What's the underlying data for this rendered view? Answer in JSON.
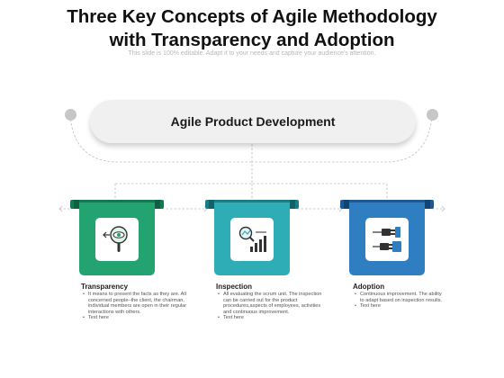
{
  "title_line1": "Three Key Concepts of Agile Methodology",
  "title_line2": "with Transparency and Adoption",
  "subtitle": "This slide is 100% editable. Adapt it to your needs and capture your audience's attention.",
  "center_label": "Agile Product Development",
  "colors": {
    "card1": "#23a370",
    "card1_dark": "#117a50",
    "card2": "#2eadb7",
    "card2_dark": "#1a7e86",
    "card3": "#2f7ec1",
    "card3_dark": "#1b5a94",
    "pill": "#f0f0f0",
    "connector": "#bdbdbd"
  },
  "concepts": [
    {
      "title": "Transparency",
      "icon": "magnifier-eye-icon",
      "bullets": [
        "It means to present the facts as they are. All concerned people–the client, the chairman, individual members are open in their regular interactions with others.",
        "Text here"
      ]
    },
    {
      "title": "Inspection",
      "icon": "magnifier-chart-icon",
      "bullets": [
        "All evaluating the scrum unit. The inspection can be carried out for the product procedures,aspects of employees, activities and continuous improvement.",
        "Text here"
      ]
    },
    {
      "title": "Adoption",
      "icon": "plug-adapter-icon",
      "bullets": [
        "Continuous improvement. The ability to adapt based on inspection results.",
        "Text here"
      ]
    }
  ]
}
